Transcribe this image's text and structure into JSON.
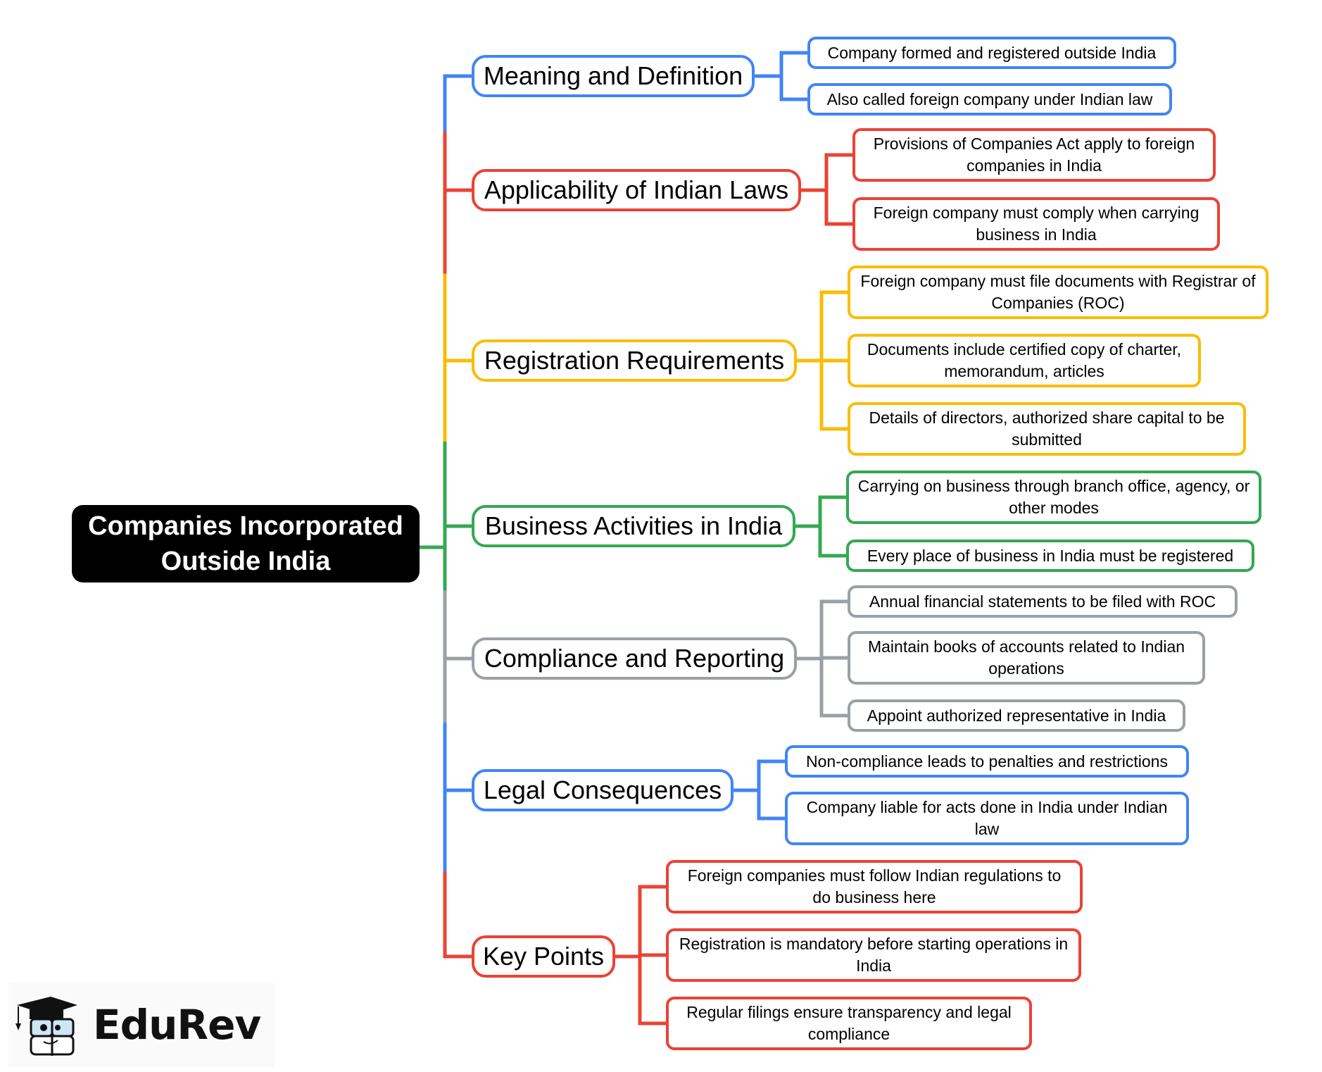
{
  "root": {
    "title": "Companies Incorporated Outside India"
  },
  "branches": [
    {
      "label": "Meaning and Definition",
      "color": "#4285f4",
      "children": [
        "Company formed and registered outside India",
        "Also called foreign company under Indian law"
      ]
    },
    {
      "label": "Applicability of Indian Laws",
      "color": "#ea4335",
      "children": [
        "Provisions of Companies Act apply to foreign companies in India",
        "Foreign company must comply when carrying business in India"
      ]
    },
    {
      "label": "Registration Requirements",
      "color": "#fbbc04",
      "children": [
        "Foreign company must file documents with Registrar of Companies (ROC)",
        "Documents include certified copy of charter, memorandum, articles",
        "Details of directors, authorized share capital to be submitted"
      ]
    },
    {
      "label": "Business Activities in India",
      "color": "#34a853",
      "children": [
        "Carrying on business through branch office, agency, or other modes",
        "Every place of business in India must be registered"
      ]
    },
    {
      "label": "Compliance and Reporting",
      "color": "#9aa0a6",
      "children": [
        "Annual financial statements to be filed with ROC",
        "Maintain books of accounts related to Indian operations",
        "Appoint authorized representative in India"
      ]
    },
    {
      "label": "Legal Consequences",
      "color": "#4285f4",
      "children": [
        "Non-compliance leads to penalties and restrictions",
        "Company liable for acts done in India under Indian law"
      ]
    },
    {
      "label": "Key Points",
      "color": "#ea4335",
      "children": [
        "Foreign companies must follow Indian regulations to do business here",
        "Registration is mandatory before starting operations in India",
        "Regular filings ensure transparency and legal compliance"
      ]
    }
  ],
  "root_connector_color": "#34a853",
  "logo": {
    "text": "EduRev",
    "icon": "graduation-cap-book-mascot-icon"
  }
}
